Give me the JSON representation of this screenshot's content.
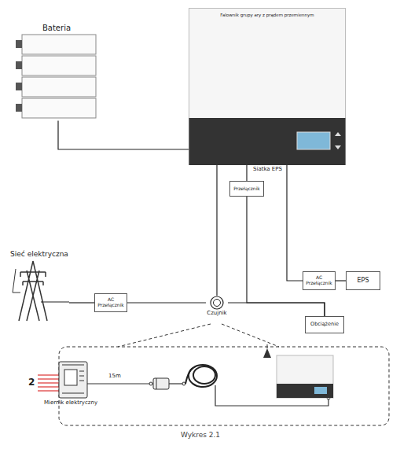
{
  "diagram": {
    "caption": "Wykres 2.1",
    "nodes": [
      {
        "text": [
          "Falownik grupy ary z prądem przemiennym"
        ]
      },
      {
        "text": [
          "Bateria"
        ]
      },
      {
        "text": [
          "Przełącznik"
        ]
      },
      {
        "text": [
          "AC Przełącznik"
        ]
      },
      {
        "text": [
          "EPS"
        ]
      },
      {
        "text": [
          "Sieć elektryczna"
        ]
      },
      {
        "text": [
          "AC Przełącznik"
        ]
      },
      {
        "text": [
          "Czujnik"
        ]
      },
      {
        "text": [
          "Obciążenie"
        ]
      },
      {
        "text": [
          "Miernik elektryczny"
        ]
      }
    ],
    "edges": [
      {
        "from": 1,
        "to": 0,
        "arrow": "none"
      },
      {
        "from": 0,
        "to": 2,
        "arrow": "none"
      },
      {
        "from": 0,
        "to": 7,
        "arrow": "none"
      },
      {
        "from": 0,
        "to": 3,
        "arrow": "none"
      },
      {
        "from": 3,
        "to": 4,
        "arrow": "none"
      },
      {
        "from": 5,
        "to": 6,
        "arrow": "none"
      },
      {
        "from": 6,
        "to": 7,
        "arrow": "none"
      },
      {
        "from": 7,
        "to": 8,
        "arrow": "none"
      },
      {
        "from": 2,
        "to": 8,
        "arrow": "none"
      }
    ],
    "labels": [
      "Siatka EPS",
      "2",
      "15m"
    ]
  }
}
